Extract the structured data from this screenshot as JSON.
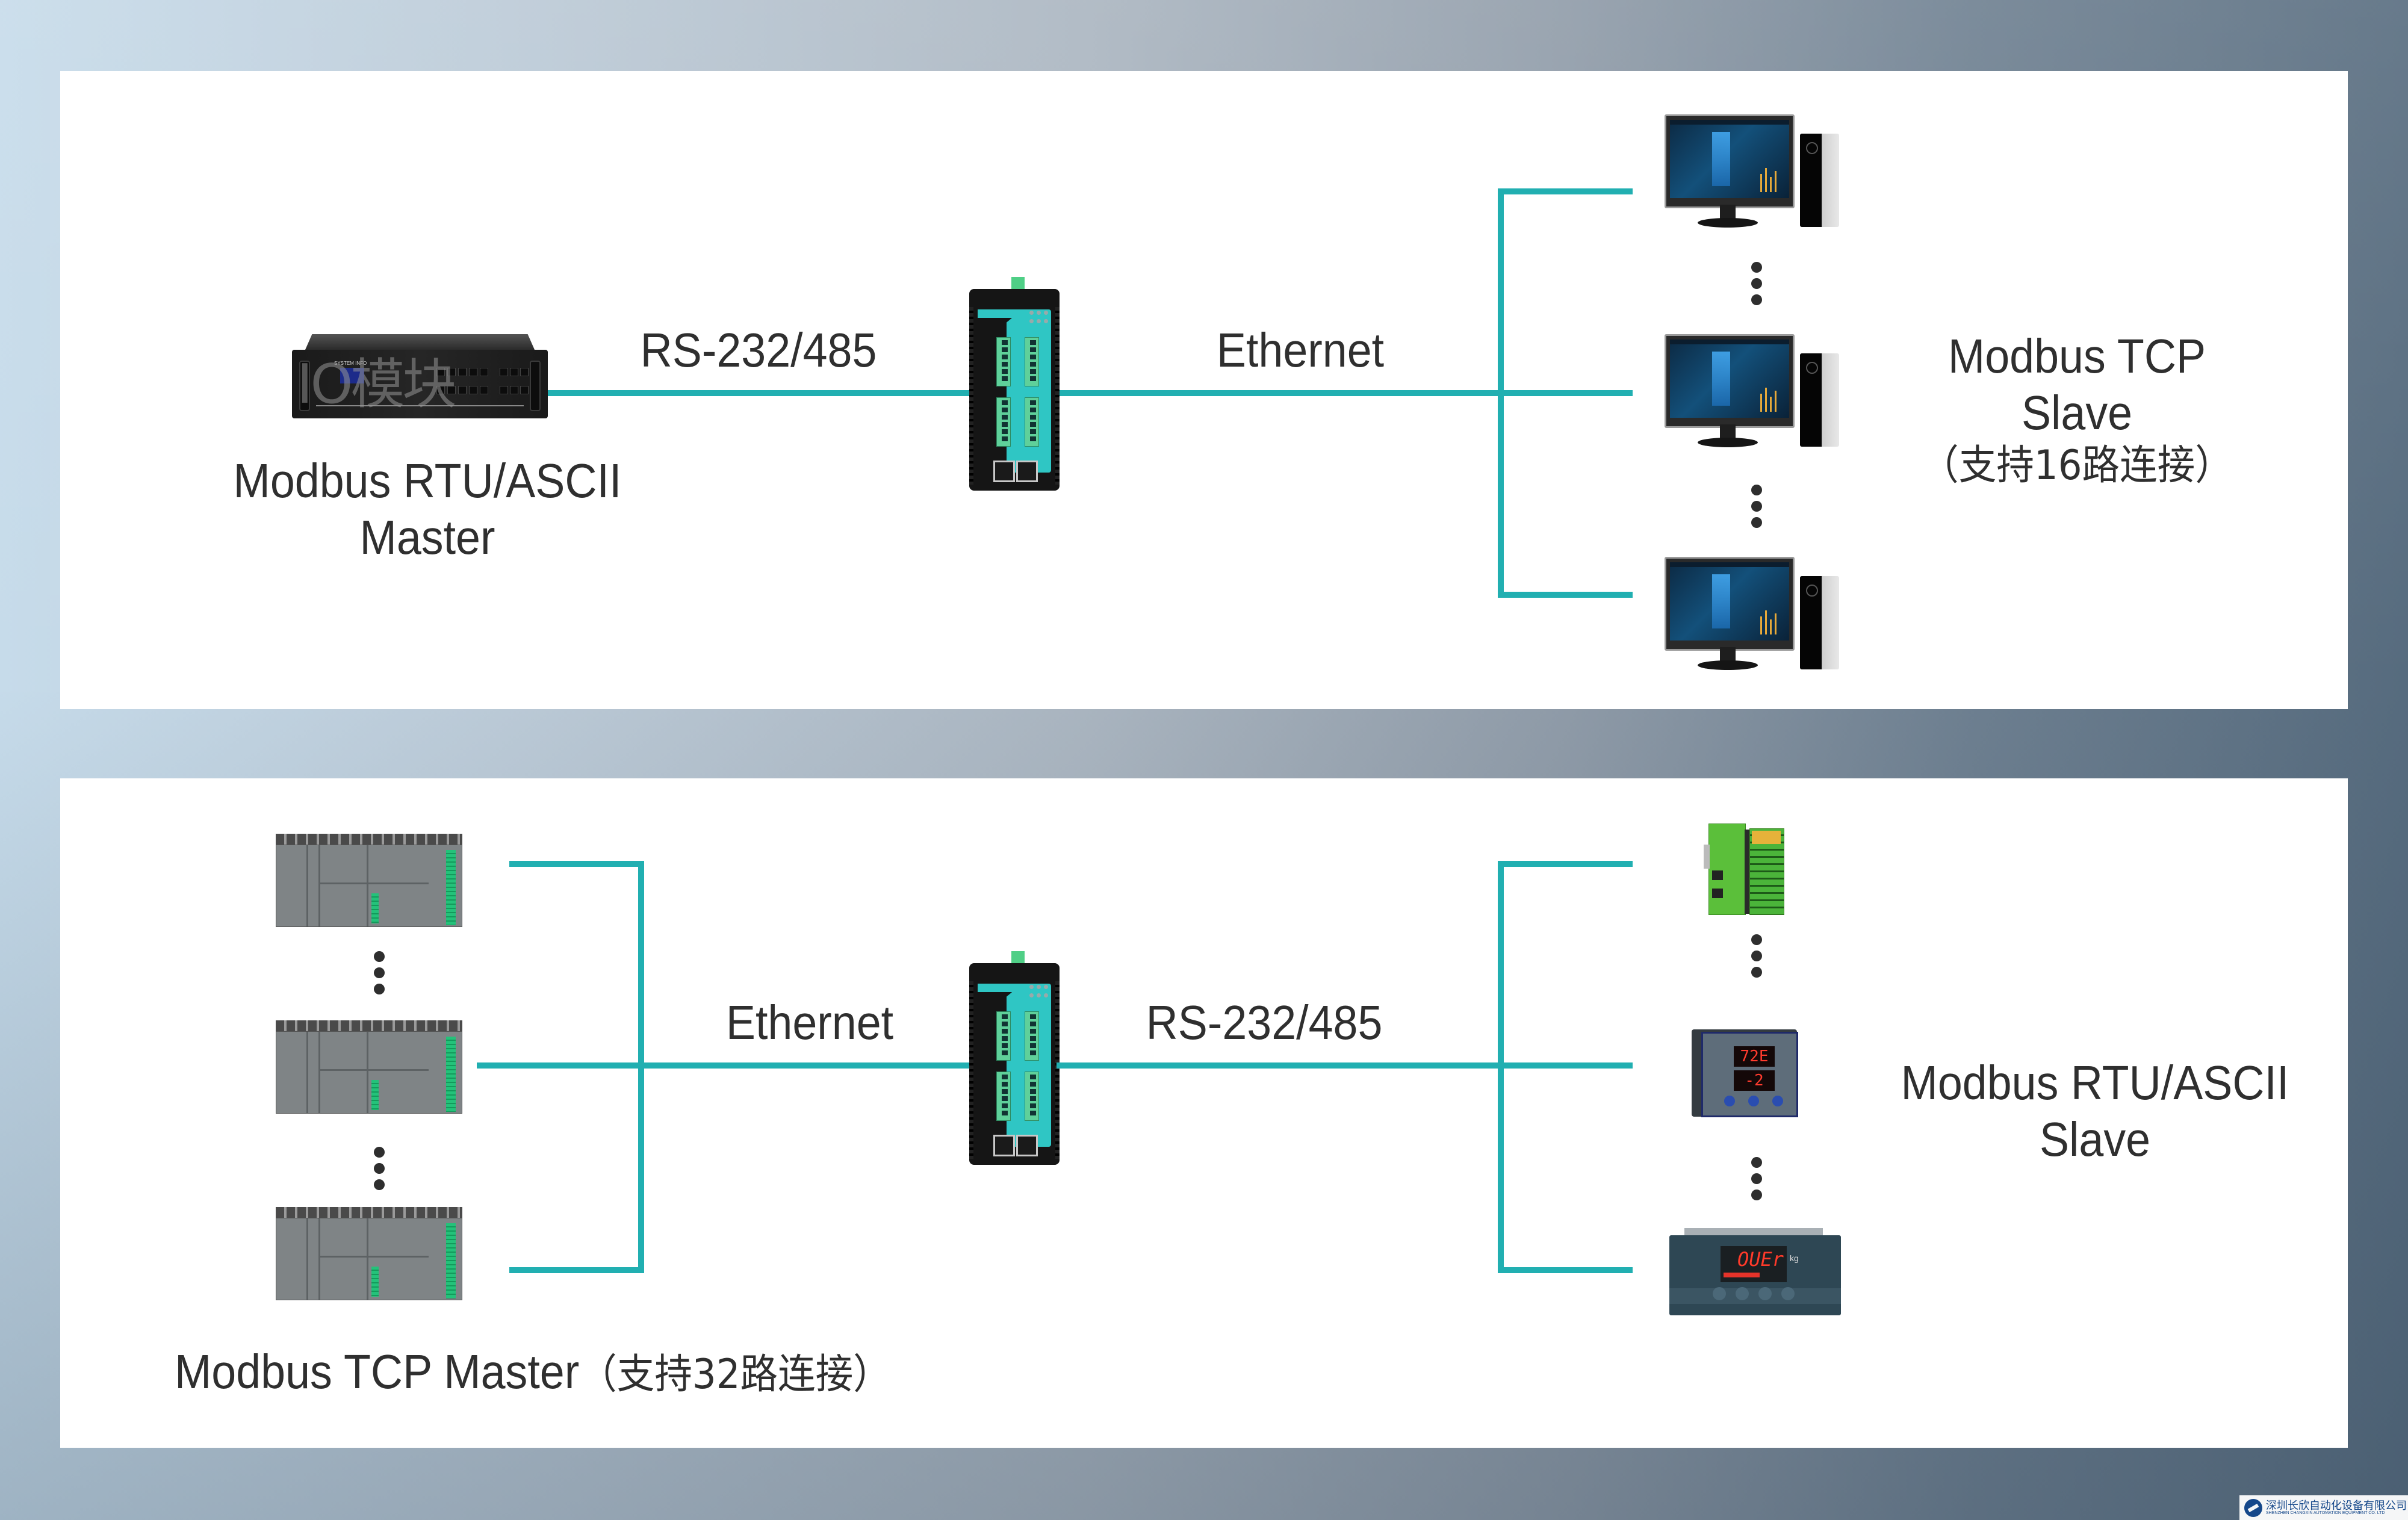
{
  "colors": {
    "wire": "#21afb1",
    "text": "#2f2f2f",
    "panel": "#ffffff"
  },
  "top_diagram": {
    "link_left_label": "RS-232/485",
    "link_right_label": "Ethernet",
    "master_label_line1": "Modbus RTU/ASCII",
    "master_label_line2": "Master",
    "master_device": "rack-server",
    "master_watermark": "IO模块",
    "gateway_device": "industrial-smart-gateway",
    "slave_label_line1": "Modbus TCP",
    "slave_label_line2": "Slave",
    "slave_label_line3": "（支持16路连接）",
    "slave_devices": [
      "desktop-computer",
      "desktop-computer",
      "desktop-computer"
    ]
  },
  "bottom_diagram": {
    "link_left_label": "Ethernet",
    "link_right_label": "RS-232/485",
    "master_label_en": "Modbus TCP Master",
    "master_label_cn": "（支持32路连接）",
    "master_devices": [
      "plc",
      "plc",
      "plc"
    ],
    "gateway_device": "industrial-smart-gateway",
    "slave_label_line1": "Modbus RTU/ASCII",
    "slave_label_line2": "Slave",
    "slave_devices": [
      "remote-io-module",
      "temperature-humidity-controller",
      "weighing-indicator"
    ],
    "thermo_readout_top": "72E",
    "thermo_readout_bottom": "-2",
    "weigh_readout": "OUEr",
    "weigh_unit": "kg"
  },
  "footer": {
    "company_cn": "深圳长欣自动化设备有限公司",
    "company_en": "SHENZHEN CHANGXIN AUTOMATION EQUIPMENT CO. LTD"
  }
}
